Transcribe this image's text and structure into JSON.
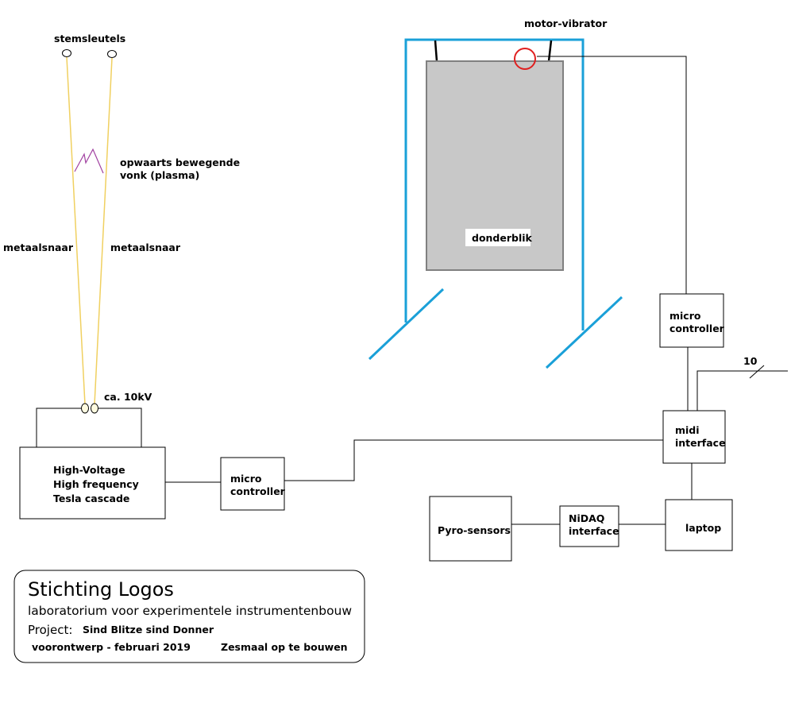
{
  "labels": {
    "stemsleutels": "stemsleutels",
    "plasma_line1": "opwaarts bewegende",
    "plasma_line2": "vonk (plasma)",
    "wire_left": "metaalsnaar",
    "wire_right": "metaalsnaar",
    "voltage": "ca. 10kV",
    "hv_line1": "High-Voltage",
    "hv_line2": "High frequency",
    "hv_line3": "Tesla cascade",
    "mc1_line1": "micro",
    "mc1_line2": "controller",
    "motor": "motor-vibrator",
    "donderblik": "donderblik",
    "mc2_line1": "micro",
    "mc2_line2": "controller",
    "bus_count": "10",
    "midi_line1": "midi",
    "midi_line2": "interface",
    "pyro": "Pyro-sensors",
    "nidaq_line1": "NiDAQ",
    "nidaq_line2": "interface",
    "laptop": "laptop"
  },
  "title_block": {
    "org": "Stichting Logos",
    "subtitle": "laboratorium voor experimentele instrumentenbouw",
    "project_label": "Project:",
    "project_name": "Sind Blitze sind Donner",
    "phase": "voorontwerp - februari 2019",
    "note": "Zesmaal op te bouwen"
  },
  "colors": {
    "wire": "#f0d060",
    "spark": "#a040a0",
    "frame": "#1aa0d8",
    "sheet_fill": "#c8c8c8",
    "sheet_stroke": "#808080",
    "vibrator": "#e02020"
  }
}
